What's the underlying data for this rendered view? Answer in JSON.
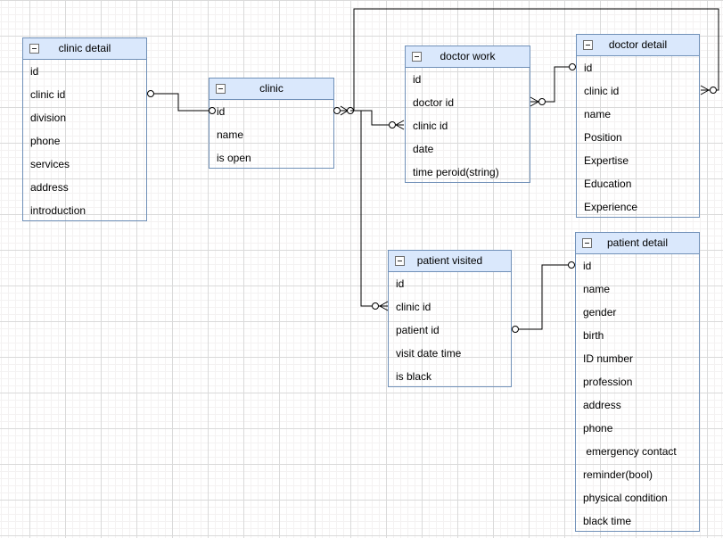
{
  "app": {
    "background_color": "#ffffff",
    "grid_minor_color": "#f4f2f2",
    "grid_major_color": "#dadada"
  },
  "palette": {
    "entity_border": "#7090b8",
    "entity_header_fill": "#dae8fc",
    "text_color": "#000000",
    "connector_color": "#000000"
  },
  "icons": {
    "collapse": "minus-in-square"
  },
  "entities": [
    {
      "id": "clinic-detail",
      "title": "clinic detail",
      "fields": [
        "id",
        "clinic id",
        "division",
        "phone",
        "services",
        "address",
        "introduction"
      ]
    },
    {
      "id": "clinic",
      "title": "clinic",
      "fields": [
        "id",
        "name",
        "is open"
      ]
    },
    {
      "id": "doctor-work",
      "title": "doctor work",
      "fields": [
        "id",
        "doctor id",
        "clinic id",
        "date",
        "time peroid(string)"
      ]
    },
    {
      "id": "doctor-detail",
      "title": "doctor detail",
      "fields": [
        "id",
        "clinic id",
        "name",
        "Position",
        "Expertise",
        "Education",
        "Experience"
      ]
    },
    {
      "id": "patient-visited",
      "title": "patient visited",
      "fields": [
        "id",
        "clinic id",
        "patient id",
        "visit date time",
        "is black"
      ]
    },
    {
      "id": "patient-detail",
      "title": "patient detail",
      "fields": [
        "id",
        "name",
        "gender",
        "birth",
        "ID number",
        "profession",
        "address",
        "phone",
        " emergency contact",
        "reminder(bool)",
        "physical condition",
        "black time"
      ]
    }
  ],
  "relationships": [
    {
      "id": "clinic_detail-clinic",
      "from": "clinic detail.clinic id",
      "to": "clinic.id",
      "from_marker": "zero-one",
      "to_marker": "zero-one"
    },
    {
      "id": "clinic-doctor_detail",
      "from": "clinic.id",
      "to": "doctor detail.clinic id",
      "from_marker": "zero-many",
      "to_marker": "zero-many"
    },
    {
      "id": "clinic-doctor_work",
      "from": "clinic.id",
      "to": "doctor work.clinic id",
      "from_marker": "none",
      "to_marker": "zero-many"
    },
    {
      "id": "clinic-patient_visited",
      "from": "clinic.id",
      "to": "patient visited.clinic id",
      "from_marker": "none",
      "to_marker": "zero-many"
    },
    {
      "id": "doctor_work-doctor_detail",
      "from": "doctor work.doctor id",
      "to": "doctor detail.id",
      "from_marker": "zero-many",
      "to_marker": "zero-one"
    },
    {
      "id": "patient_visited-patient_detail",
      "from": "patient visited.patient id",
      "to": "patient detail.id",
      "from_marker": "zero-one",
      "to_marker": "zero-one"
    }
  ]
}
